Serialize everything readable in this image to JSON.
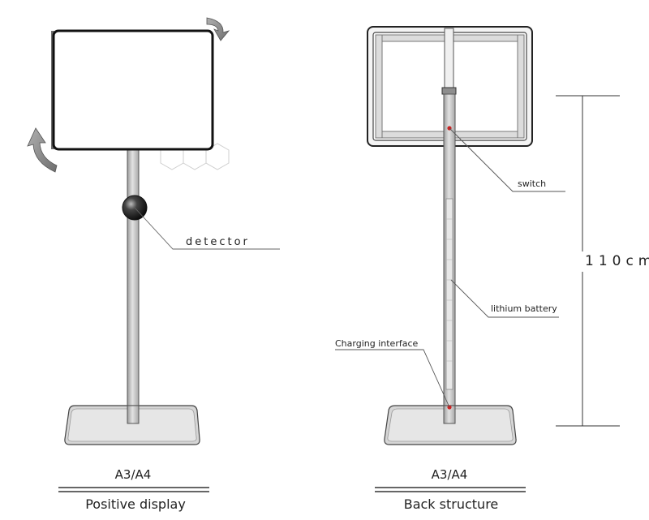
{
  "front": {
    "detector_label": "detector",
    "size_label": "A3/A4",
    "caption": "Positive display"
  },
  "back": {
    "switch_label": "switch",
    "battery_label": "lithium battery",
    "charging_label": "Charging interface",
    "height_label": "110cm",
    "size_label": "A3/A4",
    "caption": "Back structure"
  },
  "colors": {
    "line": "#333333",
    "pole": "#c8c8c8",
    "base": "#d6d6d6",
    "arrow": "#8a8a8a",
    "dot": "#cc2222"
  }
}
